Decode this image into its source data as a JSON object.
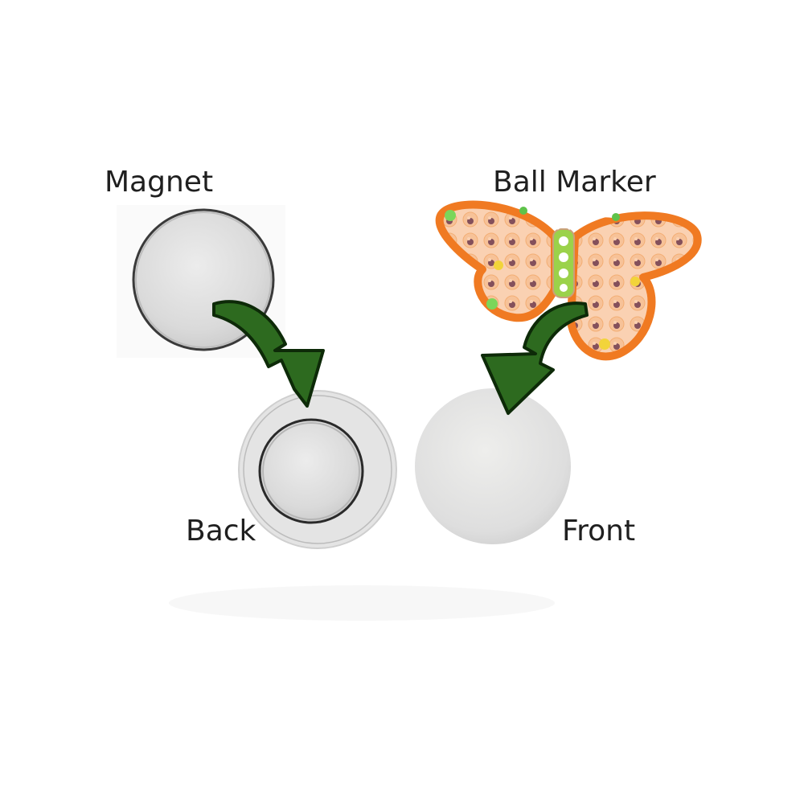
{
  "labels": {
    "magnet": "Magnet",
    "ball_marker": "Ball Marker",
    "back": "Back",
    "front": "Front"
  },
  "colors": {
    "arrow_fill": "#2d6a1f",
    "arrow_stroke": "#0d2a08",
    "butterfly_body": "#f07a22",
    "disc": "#dcdcdc",
    "disc_ring": "#2a2a2a"
  },
  "icons": [
    "magnet-disc",
    "coin-back",
    "coin-front",
    "butterfly-ball-marker",
    "curved-arrow"
  ]
}
